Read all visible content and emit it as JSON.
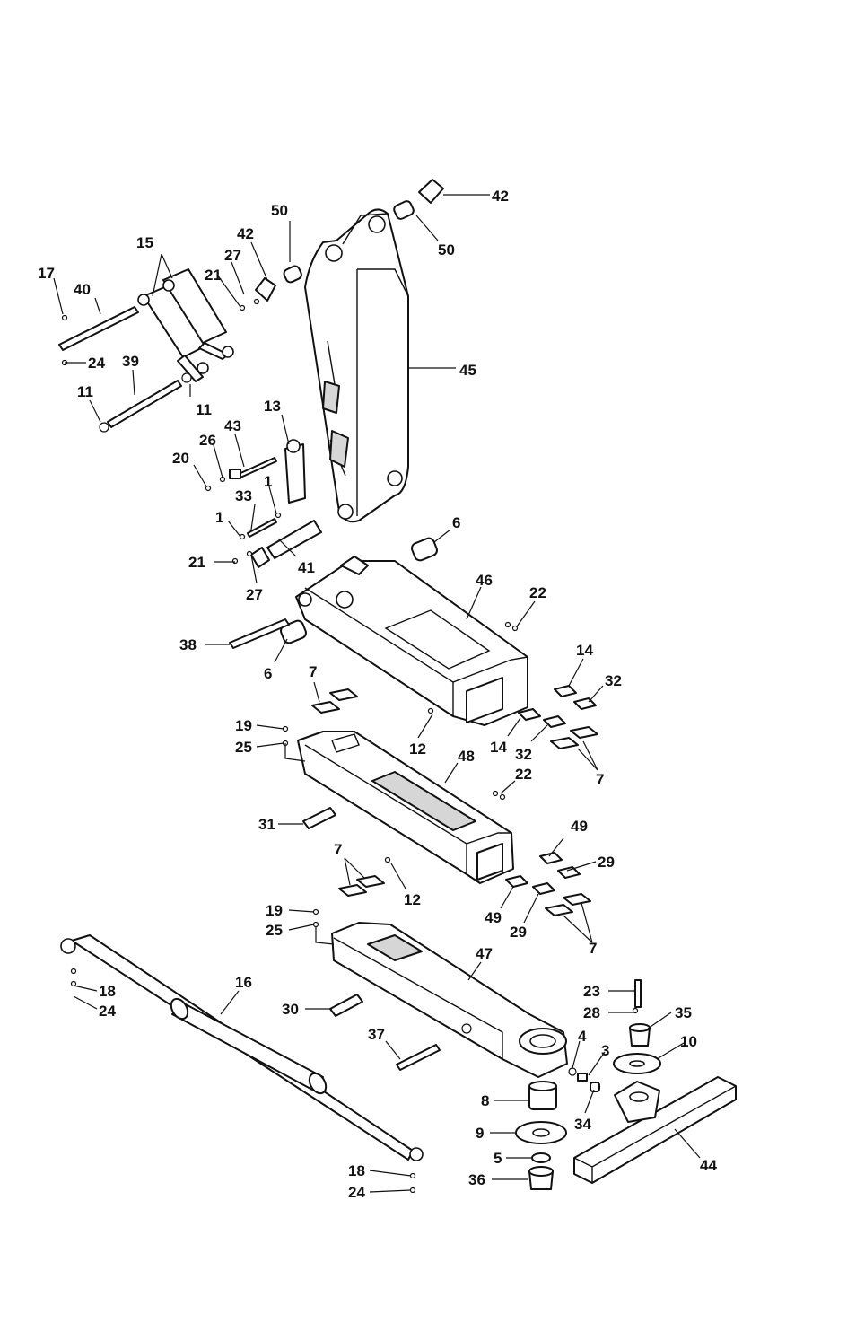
{
  "callouts": {
    "c1a": "1",
    "c1b": "1",
    "c3": "3",
    "c4": "4",
    "c5": "5",
    "c6a": "6",
    "c6b": "6",
    "c7a": "7",
    "c7b": "7",
    "c7c": "7",
    "c7d": "7",
    "c8": "8",
    "c9": "9",
    "c10": "10",
    "c11a": "11",
    "c11b": "11",
    "c12a": "12",
    "c12b": "12",
    "c13": "13",
    "c14a": "14",
    "c14b": "14",
    "c15": "15",
    "c16": "16",
    "c17": "17",
    "c18a": "18",
    "c18b": "18",
    "c19a": "19",
    "c19b": "19",
    "c20": "20",
    "c21a": "21",
    "c21b": "21",
    "c22a": "22",
    "c22b": "22",
    "c23": "23",
    "c24a": "24",
    "c24b": "24",
    "c25a": "25",
    "c25b": "25",
    "c26": "26",
    "c27a": "27",
    "c27b": "27",
    "c28": "28",
    "c29a": "29",
    "c29b": "29",
    "c30": "30",
    "c31": "31",
    "c32a": "32",
    "c32b": "32",
    "c33": "33",
    "c34": "34",
    "c35": "35",
    "c36": "36",
    "c37": "37",
    "c38": "38",
    "c39": "39",
    "c40": "40",
    "c41": "41",
    "c42a": "42",
    "c42b": "42",
    "c43": "43",
    "c44": "44",
    "c45": "45",
    "c46": "46",
    "c47": "47",
    "c48": "48",
    "c49a": "49",
    "c49b": "49",
    "c50a": "50",
    "c50b": "50"
  }
}
